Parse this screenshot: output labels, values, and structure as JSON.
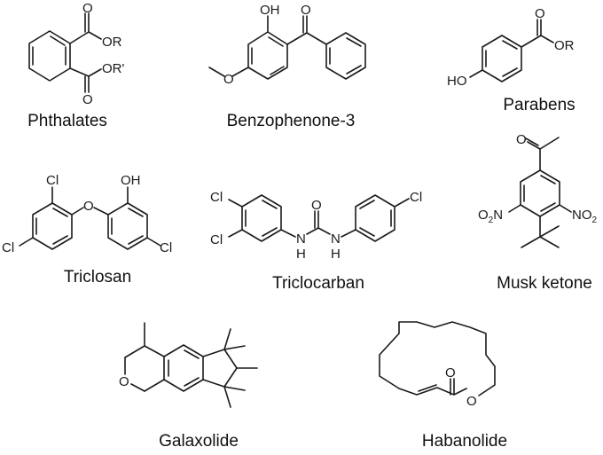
{
  "figure": {
    "compounds": [
      {
        "name": "Phthalates",
        "atoms": [
          "O",
          "OR",
          "OR'",
          "O"
        ]
      },
      {
        "name": "Benzophenone-3",
        "atoms": [
          "OH",
          "O",
          "O"
        ]
      },
      {
        "name": "Parabens",
        "atoms": [
          "O",
          "OR",
          "HO"
        ]
      },
      {
        "name": "Triclosan",
        "atoms": [
          "Cl",
          "OH",
          "O",
          "Cl",
          "Cl"
        ]
      },
      {
        "name": "Triclocarban",
        "atoms": [
          "Cl",
          "Cl",
          "O",
          "N",
          "H",
          "N",
          "H",
          "Cl"
        ]
      },
      {
        "name": "Musk ketone",
        "atoms": [
          "O",
          "O2N",
          "NO2"
        ]
      },
      {
        "name": "Galaxolide",
        "atoms": [
          "O"
        ]
      },
      {
        "name": "Habanolide",
        "atoms": [
          "O",
          "O"
        ]
      }
    ]
  },
  "atoms": {
    "O": "O",
    "OR": "OR",
    "ORp": "OR'",
    "OH": "OH",
    "HO": "HO",
    "Cl": "Cl",
    "N": "N",
    "H": "H",
    "O2": "2",
    "N_": "N"
  }
}
